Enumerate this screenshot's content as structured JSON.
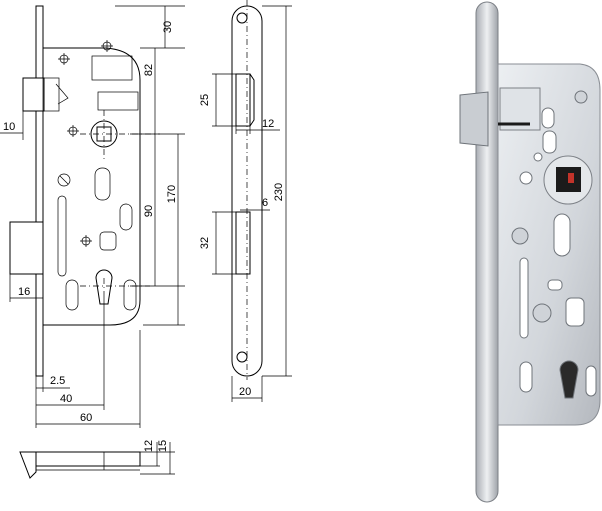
{
  "drawing": {
    "front_view_dims": {
      "top_offset": "30",
      "latch_to_handle": "82",
      "latch_height": "25",
      "backset_latch": "10",
      "handle_to_key": "90",
      "handle_to_bottom": "170",
      "bolt_protrusion": "16",
      "faceplate_depth": "2.5",
      "backset": "40",
      "case_depth": "60",
      "section_thickness_inner": "12",
      "section_thickness_outer": "15"
    },
    "faceplate_view_dims": {
      "latch_slot_width": "12",
      "overall_height": "230",
      "slot_width": "6",
      "bolt_slot_height": "32",
      "faceplate_width": "20"
    }
  },
  "photo": {
    "alt": "mortise-lock-photo",
    "colors": {
      "metal_light": "#e9ecef",
      "metal_mid": "#b8bcc2",
      "metal_dark": "#6f747a",
      "hole_dark": "#1b1b1b"
    }
  }
}
